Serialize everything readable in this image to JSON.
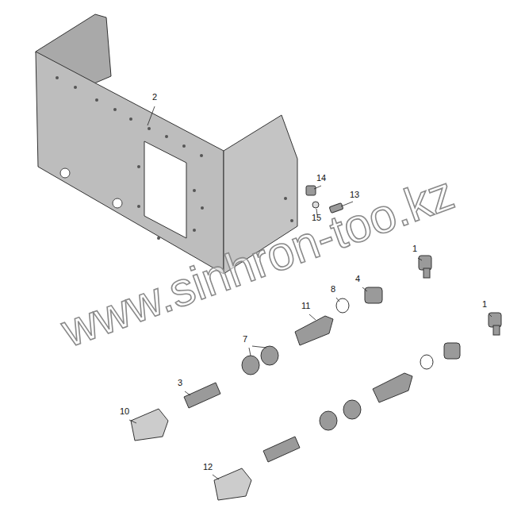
{
  "diagram": {
    "labels": [
      "2",
      "14",
      "13",
      "15",
      "1",
      "8",
      "4",
      "11",
      "1",
      "7",
      "3",
      "10",
      "12",
      "www.sinhron-too.kz"
    ]
  }
}
